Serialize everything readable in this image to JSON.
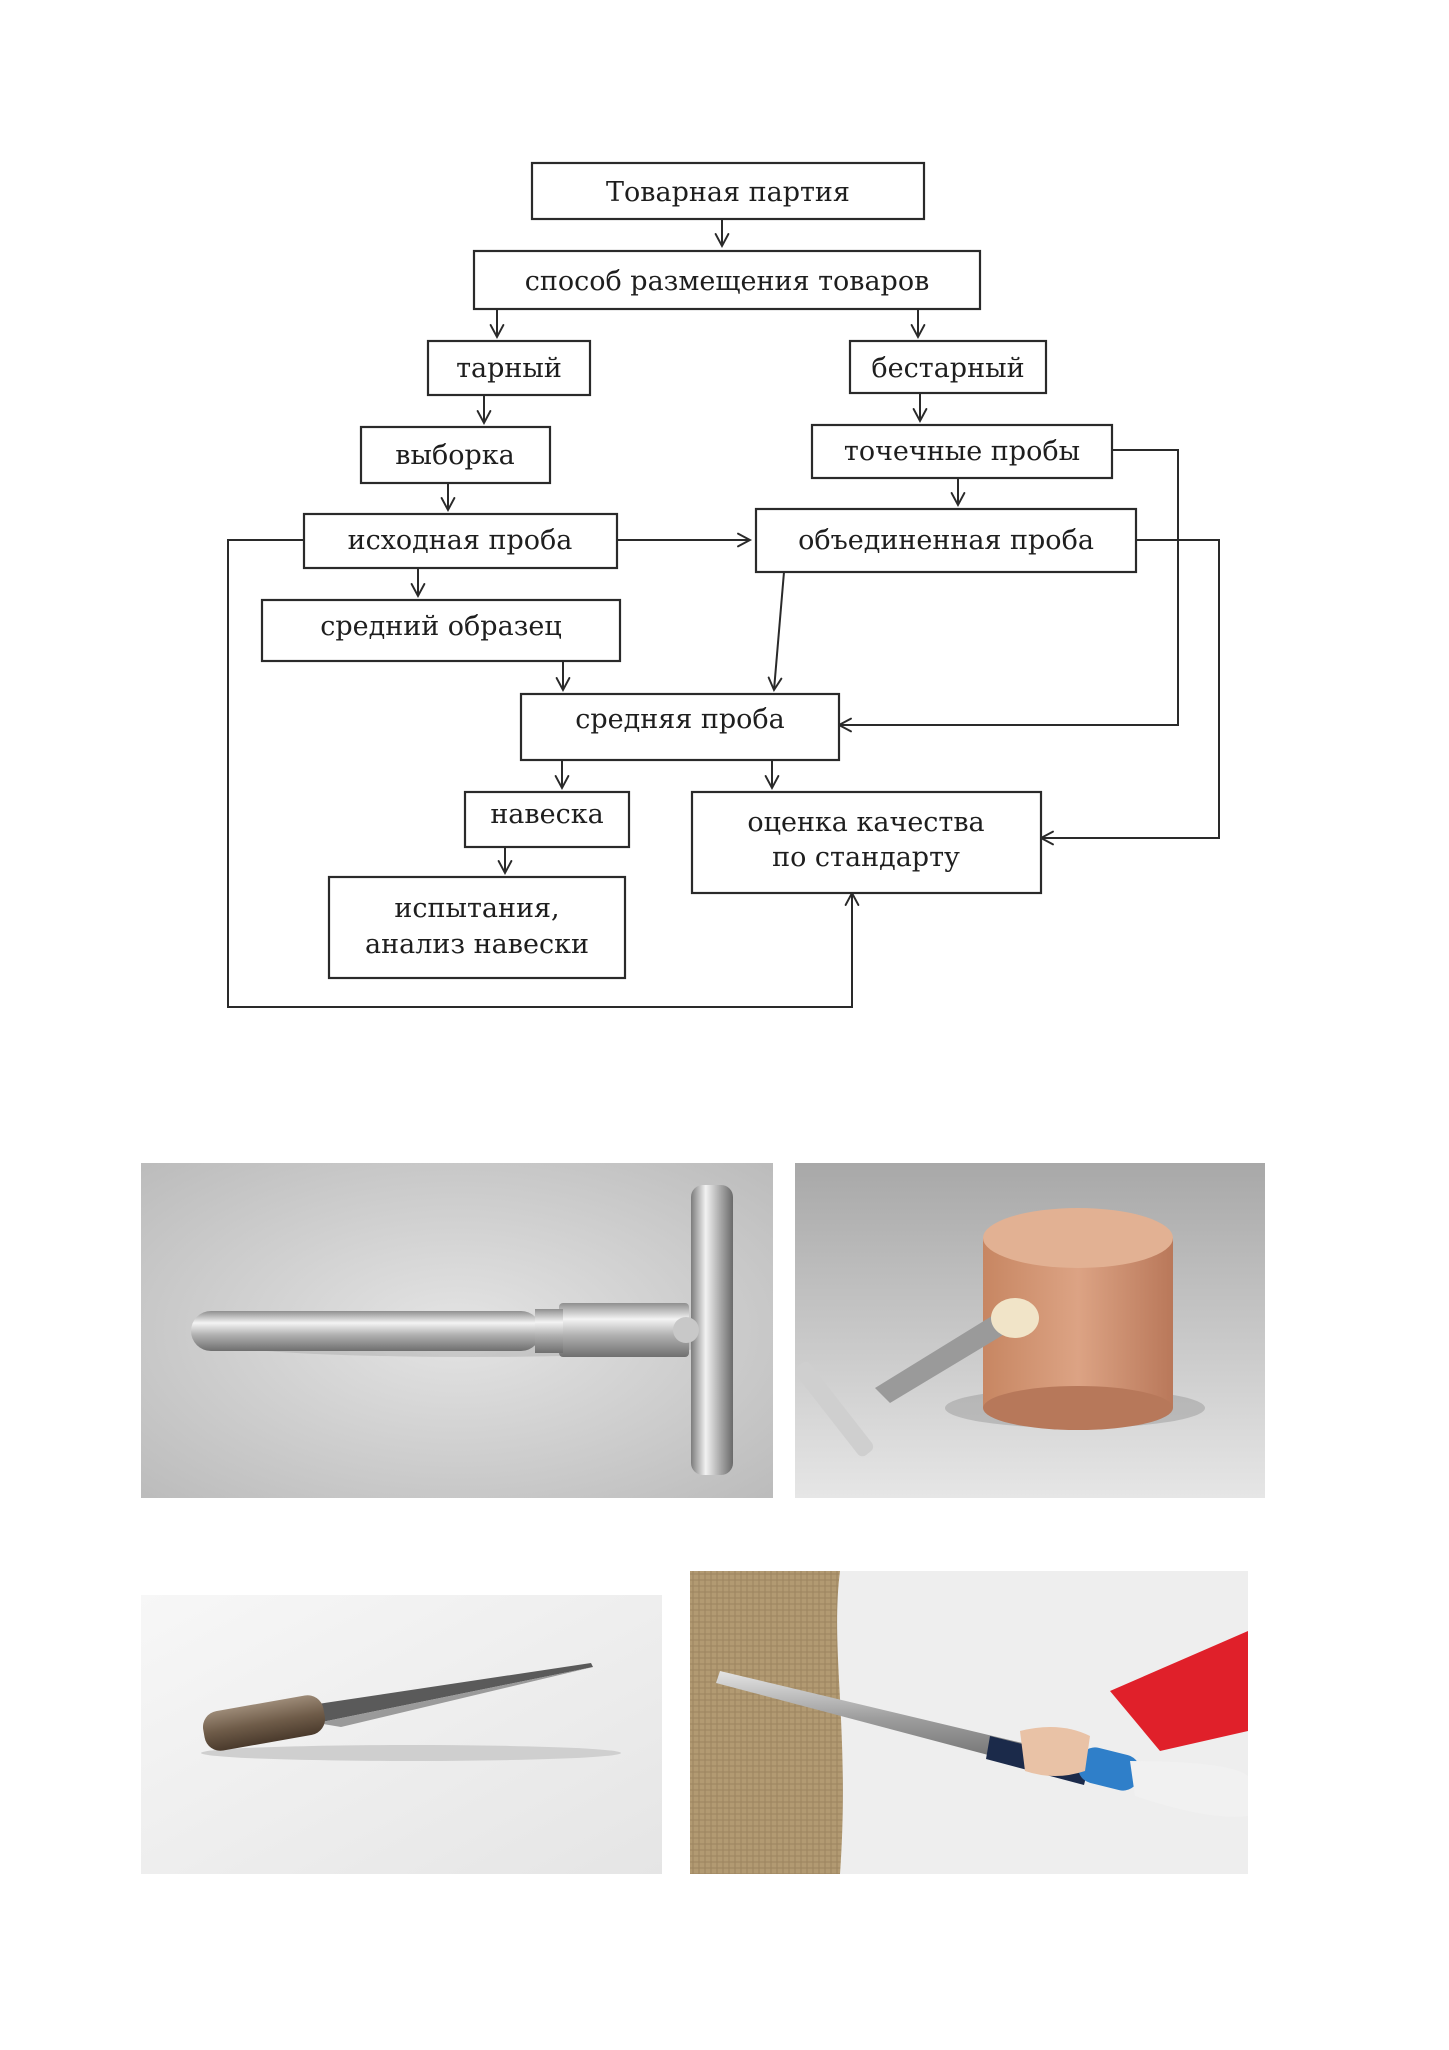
{
  "flowchart": {
    "nodes": {
      "tovarnaya_partiya": "Товарная партия",
      "sposob_razmeshcheniya": "способ размещения товаров",
      "tarnyi": "тарный",
      "bestarnyi": "бестарный",
      "vyborka": "выборка",
      "tochechnye_proby": "точечные пробы",
      "iskhodnaya_proba": "исходная проба",
      "obedinennaya_proba": "объединенная проба",
      "srednii_obrazets": "средний образец",
      "srednyaya_proba": "средняя проба",
      "naveska": "навеска",
      "otsenka_kachestva_1": "оценка качества",
      "otsenka_kachestva_2": "по стандарту",
      "ispytaniya_1": "испытания,",
      "ispytaniya_2": "анализ навески"
    },
    "edges": [
      [
        "tovarnaya_partiya",
        "sposob_razmeshcheniya"
      ],
      [
        "sposob_razmeshcheniya",
        "tarnyi"
      ],
      [
        "sposob_razmeshcheniya",
        "bestarnyi"
      ],
      [
        "tarnyi",
        "vyborka"
      ],
      [
        "bestarnyi",
        "tochechnye_proby"
      ],
      [
        "vyborka",
        "iskhodnaya_proba"
      ],
      [
        "tochechnye_proby",
        "obedinennaya_proba"
      ],
      [
        "tochechnye_proby",
        "srednyaya_proba"
      ],
      [
        "iskhodnaya_proba",
        "obedinennaya_proba"
      ],
      [
        "iskhodnaya_proba",
        "srednii_obrazets"
      ],
      [
        "iskhodnaya_proba",
        "otsenka_kachestva"
      ],
      [
        "obedinennaya_proba",
        "srednyaya_proba"
      ],
      [
        "obedinennaya_proba",
        "otsenka_kachestva"
      ],
      [
        "srednii_obrazets",
        "srednyaya_proba"
      ],
      [
        "srednyaya_proba",
        "naveska"
      ],
      [
        "srednyaya_proba",
        "otsenka_kachestva"
      ],
      [
        "naveska",
        "ispytaniya"
      ]
    ]
  },
  "photos": [
    {
      "subject": "t-handle-sampling-probe-icon"
    },
    {
      "subject": "cheese-probe-sampling-icon"
    },
    {
      "subject": "pointed-grain-probe-icon"
    },
    {
      "subject": "sack-sampling-probe-icon"
    }
  ],
  "colors": {
    "line": "#2a2a2a",
    "photo_grey": "#c9c9c9",
    "cheese": "#d49a78",
    "burlap": "#b29a72",
    "sleeve": "#e0202a",
    "bottle_cap": "#2f7fc9"
  }
}
